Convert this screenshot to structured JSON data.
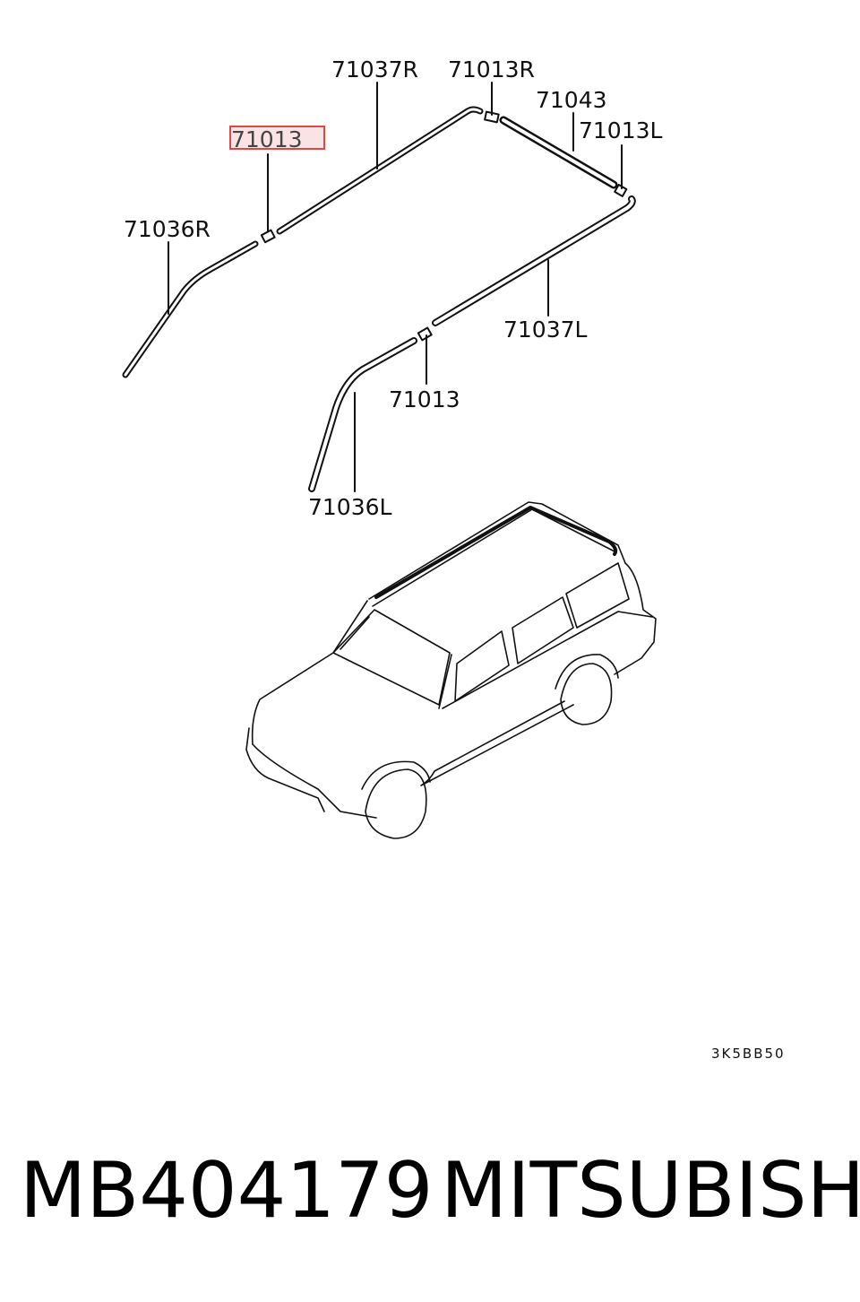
{
  "callouts": {
    "r_front_pillar": "71036R",
    "r_roof_molding": "71037R",
    "r_clip_top": "71013R",
    "rear_molding": "71043",
    "l_clip_top": "71013L",
    "highlighted_clip": "71013",
    "l_roof_molding": "71037L",
    "l_clip": "71013",
    "l_front_pillar": "71036L"
  },
  "highlight_color": "#e04848",
  "diagram_code": "3K5BB50",
  "caption": {
    "part_number": "MB404179",
    "brand": "MITSUBISHI"
  }
}
